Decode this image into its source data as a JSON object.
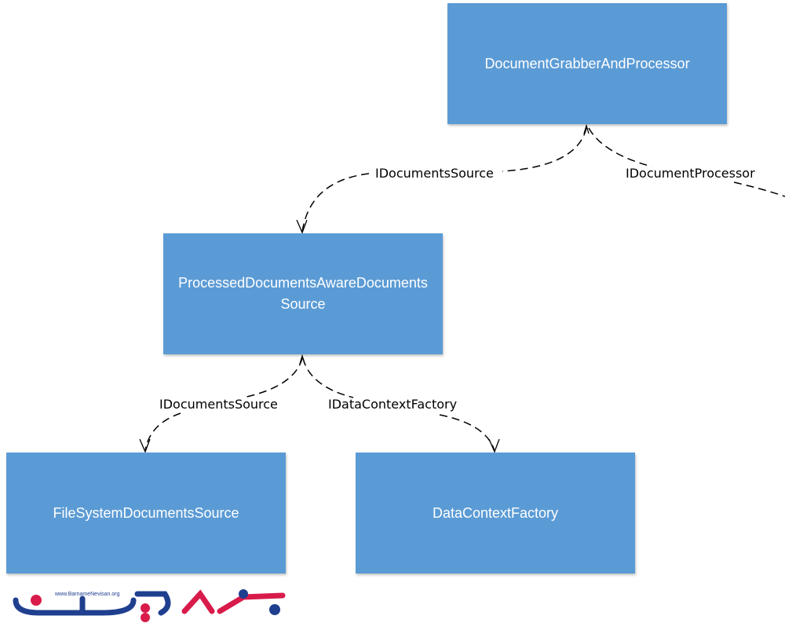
{
  "nodes": {
    "grabber": "DocumentGrabberAndProcessor",
    "aware_source": "ProcessedDocumentsAwareDocumentsSource",
    "fs_source": "FileSystemDocumentsSource",
    "ctx_factory": "DataContextFactory"
  },
  "edges": {
    "grabber_to_aware": "IDocumentsSource",
    "grabber_to_processor": "IDocumentProcessor",
    "aware_to_fs": "IDocumentsSource",
    "aware_to_ctx": "IDataContextFactory"
  },
  "logo": {
    "url": "www.BarnameNevisan.org"
  },
  "colors": {
    "box": "#5b9bd5",
    "logo_blue": "#1f3f8f",
    "logo_red": "#d81b4a"
  }
}
